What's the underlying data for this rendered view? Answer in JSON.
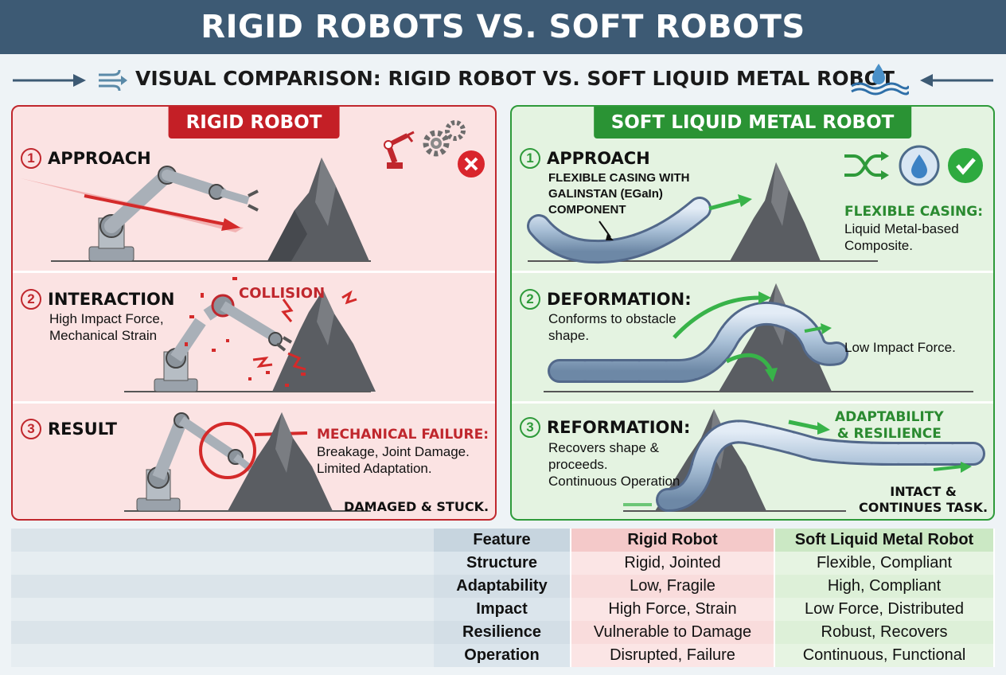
{
  "header": {
    "title": "RIGID ROBOTS VS. SOFT ROBOTS"
  },
  "subtitle": {
    "text": "VISUAL COMPARISON: RIGID ROBOT VS. SOFT LIQUID METAL ROBOT"
  },
  "rigid": {
    "title": "RIGID ROBOT",
    "steps": [
      {
        "num": "1",
        "label": "APPROACH"
      },
      {
        "num": "2",
        "label": "INTERACTION",
        "desc": [
          "High Impact Force,",
          "Mechanical Strain"
        ],
        "callout": "COLLISION"
      },
      {
        "num": "3",
        "label": "RESULT",
        "failure_title": "MECHANICAL FAILURE:",
        "failure_desc": [
          "Breakage, Joint Damage.",
          "Limited Adaptation."
        ],
        "status": "DAMAGED & STUCK."
      }
    ]
  },
  "soft": {
    "title": "SOFT LIQUID METAL ROBOT",
    "steps": [
      {
        "num": "1",
        "label": "APPROACH",
        "desc": [
          "FLEXIBLE CASING WITH",
          "GALINSTAN (EGaIn)",
          "COMPONENT"
        ],
        "note_title": "FLEXIBLE CASING:",
        "note_desc": [
          "Liquid Metal-based",
          "Composite."
        ]
      },
      {
        "num": "2",
        "label": "DEFORMATION:",
        "desc": [
          "Conforms to obstacle",
          "shape."
        ],
        "note": "Low Impact Force."
      },
      {
        "num": "3",
        "label": "REFORMATION:",
        "desc": [
          "Recovers shape &",
          "proceeds.",
          "Continuous Operation"
        ],
        "note_title": [
          "ADAPTABILITY",
          "& RESILIENCE"
        ],
        "status": [
          "INTACT &",
          "CONTINUES TASK."
        ]
      }
    ]
  },
  "table": {
    "headers": [
      "Feature",
      "Rigid Robot",
      "Soft Liquid Metal Robot"
    ],
    "rows": [
      [
        "Structure",
        "Rigid, Jointed",
        "Flexible, Compliant"
      ],
      [
        "Adaptability",
        "Low, Fragile",
        "High, Compliant"
      ],
      [
        "Impact",
        "High Force, Strain",
        "Low Force, Distributed"
      ],
      [
        "Resilience",
        "Vulnerable to Damage",
        "Robust, Recovers"
      ],
      [
        "Operation",
        "Disrupted, Failure",
        "Continuous, Functional"
      ]
    ]
  },
  "colors": {
    "rigid": "#c41f26",
    "soft": "#2a9334",
    "header": "#3d5a74"
  },
  "icons": [
    "arrow-right-icon",
    "airflow-icon",
    "water-wave-icon",
    "arrow-left-icon",
    "robot-arm-icon",
    "gear-icon",
    "x-mark-icon",
    "shuffle-arrows-icon",
    "water-drop-icon",
    "check-mark-icon"
  ]
}
